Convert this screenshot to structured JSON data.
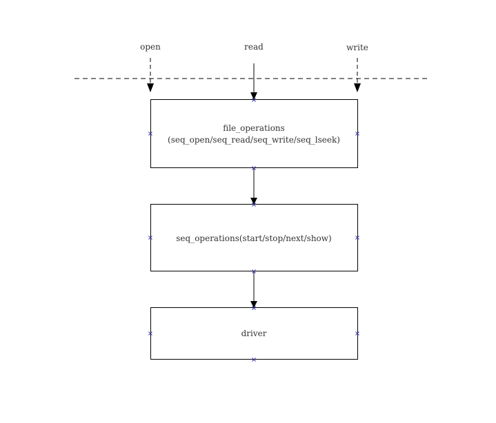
{
  "top_labels": {
    "open": "open",
    "read": "read",
    "write": "write"
  },
  "boxes": {
    "file_operations": {
      "line1": "file_operations",
      "line2": "(seq_open/seq_read/seq_write/seq_lseek)"
    },
    "seq_operations": {
      "line1": "seq_operations(start/stop/next/show)"
    },
    "driver": {
      "line1": "driver"
    }
  },
  "colors": {
    "stroke": "#000000",
    "connection_point": "#3333aa",
    "text": "#333333"
  }
}
